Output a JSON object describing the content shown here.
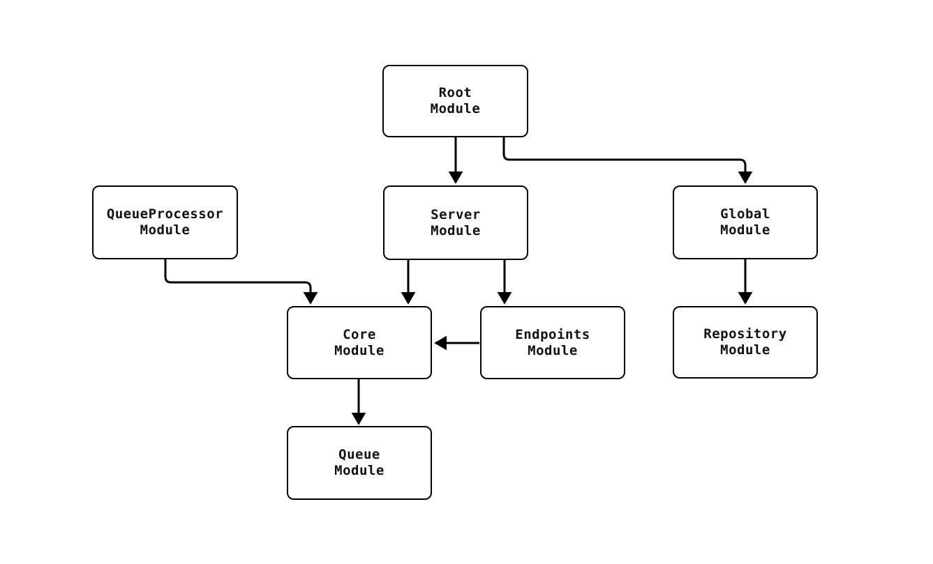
{
  "diagram": {
    "type": "flowchart",
    "background_color": "#ffffff",
    "line_color": "#000000",
    "box_fill_color": "#ffffff",
    "text_color": "#111111",
    "nodes": [
      {
        "id": "root",
        "line1": "Root",
        "line2": "Module"
      },
      {
        "id": "queueprocessor",
        "line1": "QueueProcessor",
        "line2": "Module"
      },
      {
        "id": "server",
        "line1": "Server",
        "line2": "Module"
      },
      {
        "id": "global",
        "line1": "Global",
        "line2": "Module"
      },
      {
        "id": "core",
        "line1": "Core",
        "line2": "Module"
      },
      {
        "id": "endpoints",
        "line1": "Endpoints",
        "line2": "Module"
      },
      {
        "id": "repository",
        "line1": "Repository",
        "line2": "Module"
      },
      {
        "id": "queue",
        "line1": "Queue",
        "line2": "Module"
      }
    ],
    "edges": [
      {
        "from": "Root Module",
        "to": "Server Module"
      },
      {
        "from": "Root Module",
        "to": "Global Module"
      },
      {
        "from": "QueueProcessor Module",
        "to": "Core Module"
      },
      {
        "from": "Server Module",
        "to": "Core Module"
      },
      {
        "from": "Server Module",
        "to": "Endpoints Module"
      },
      {
        "from": "Endpoints Module",
        "to": "Core Module"
      },
      {
        "from": "Global Module",
        "to": "Repository Module"
      },
      {
        "from": "Core Module",
        "to": "Queue Module"
      }
    ]
  }
}
